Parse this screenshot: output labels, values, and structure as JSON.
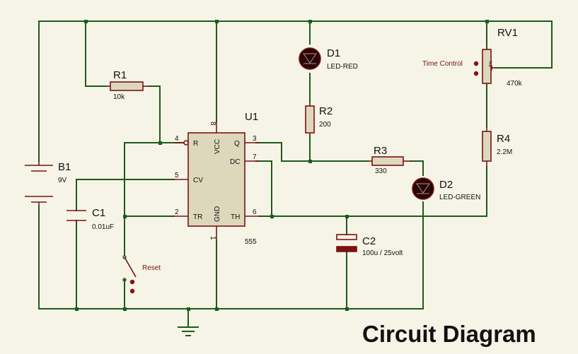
{
  "title": "Circuit Diagram",
  "components": {
    "u1": {
      "ref": "U1",
      "value": "555",
      "pins": {
        "r": "R",
        "vcc": "VCC",
        "q": "Q",
        "dc": "DC",
        "cv": "CV",
        "tr": "TR",
        "gnd": "GND",
        "th": "TH"
      },
      "pin_numbers": {
        "r": "4",
        "vcc": "8",
        "q": "3",
        "dc": "7",
        "cv": "5",
        "tr": "2",
        "gnd": "1",
        "th": "6"
      }
    },
    "r1": {
      "ref": "R1",
      "value": "10k"
    },
    "r2": {
      "ref": "R2",
      "value": "200"
    },
    "r3": {
      "ref": "R3",
      "value": "330"
    },
    "r4": {
      "ref": "R4",
      "value": "2.2M"
    },
    "rv1": {
      "ref": "RV1",
      "value": "470k",
      "label": "Time Control",
      "body_text": "%8"
    },
    "d1": {
      "ref": "D1",
      "value": "LED-RED"
    },
    "d2": {
      "ref": "D2",
      "value": "LED-GREEN"
    },
    "b1": {
      "ref": "B1",
      "value": "9V"
    },
    "c1": {
      "ref": "C1",
      "value": "0.01uF"
    },
    "c2": {
      "ref": "C2",
      "value": "100u / 25volt"
    },
    "reset": {
      "label": "Reset"
    }
  },
  "colors": {
    "wire": "#1f5a1a",
    "component": "#7a1212",
    "body_fill": "#ddd8bc",
    "background": "#f5f4e6",
    "led_fill": "#2a0505"
  }
}
